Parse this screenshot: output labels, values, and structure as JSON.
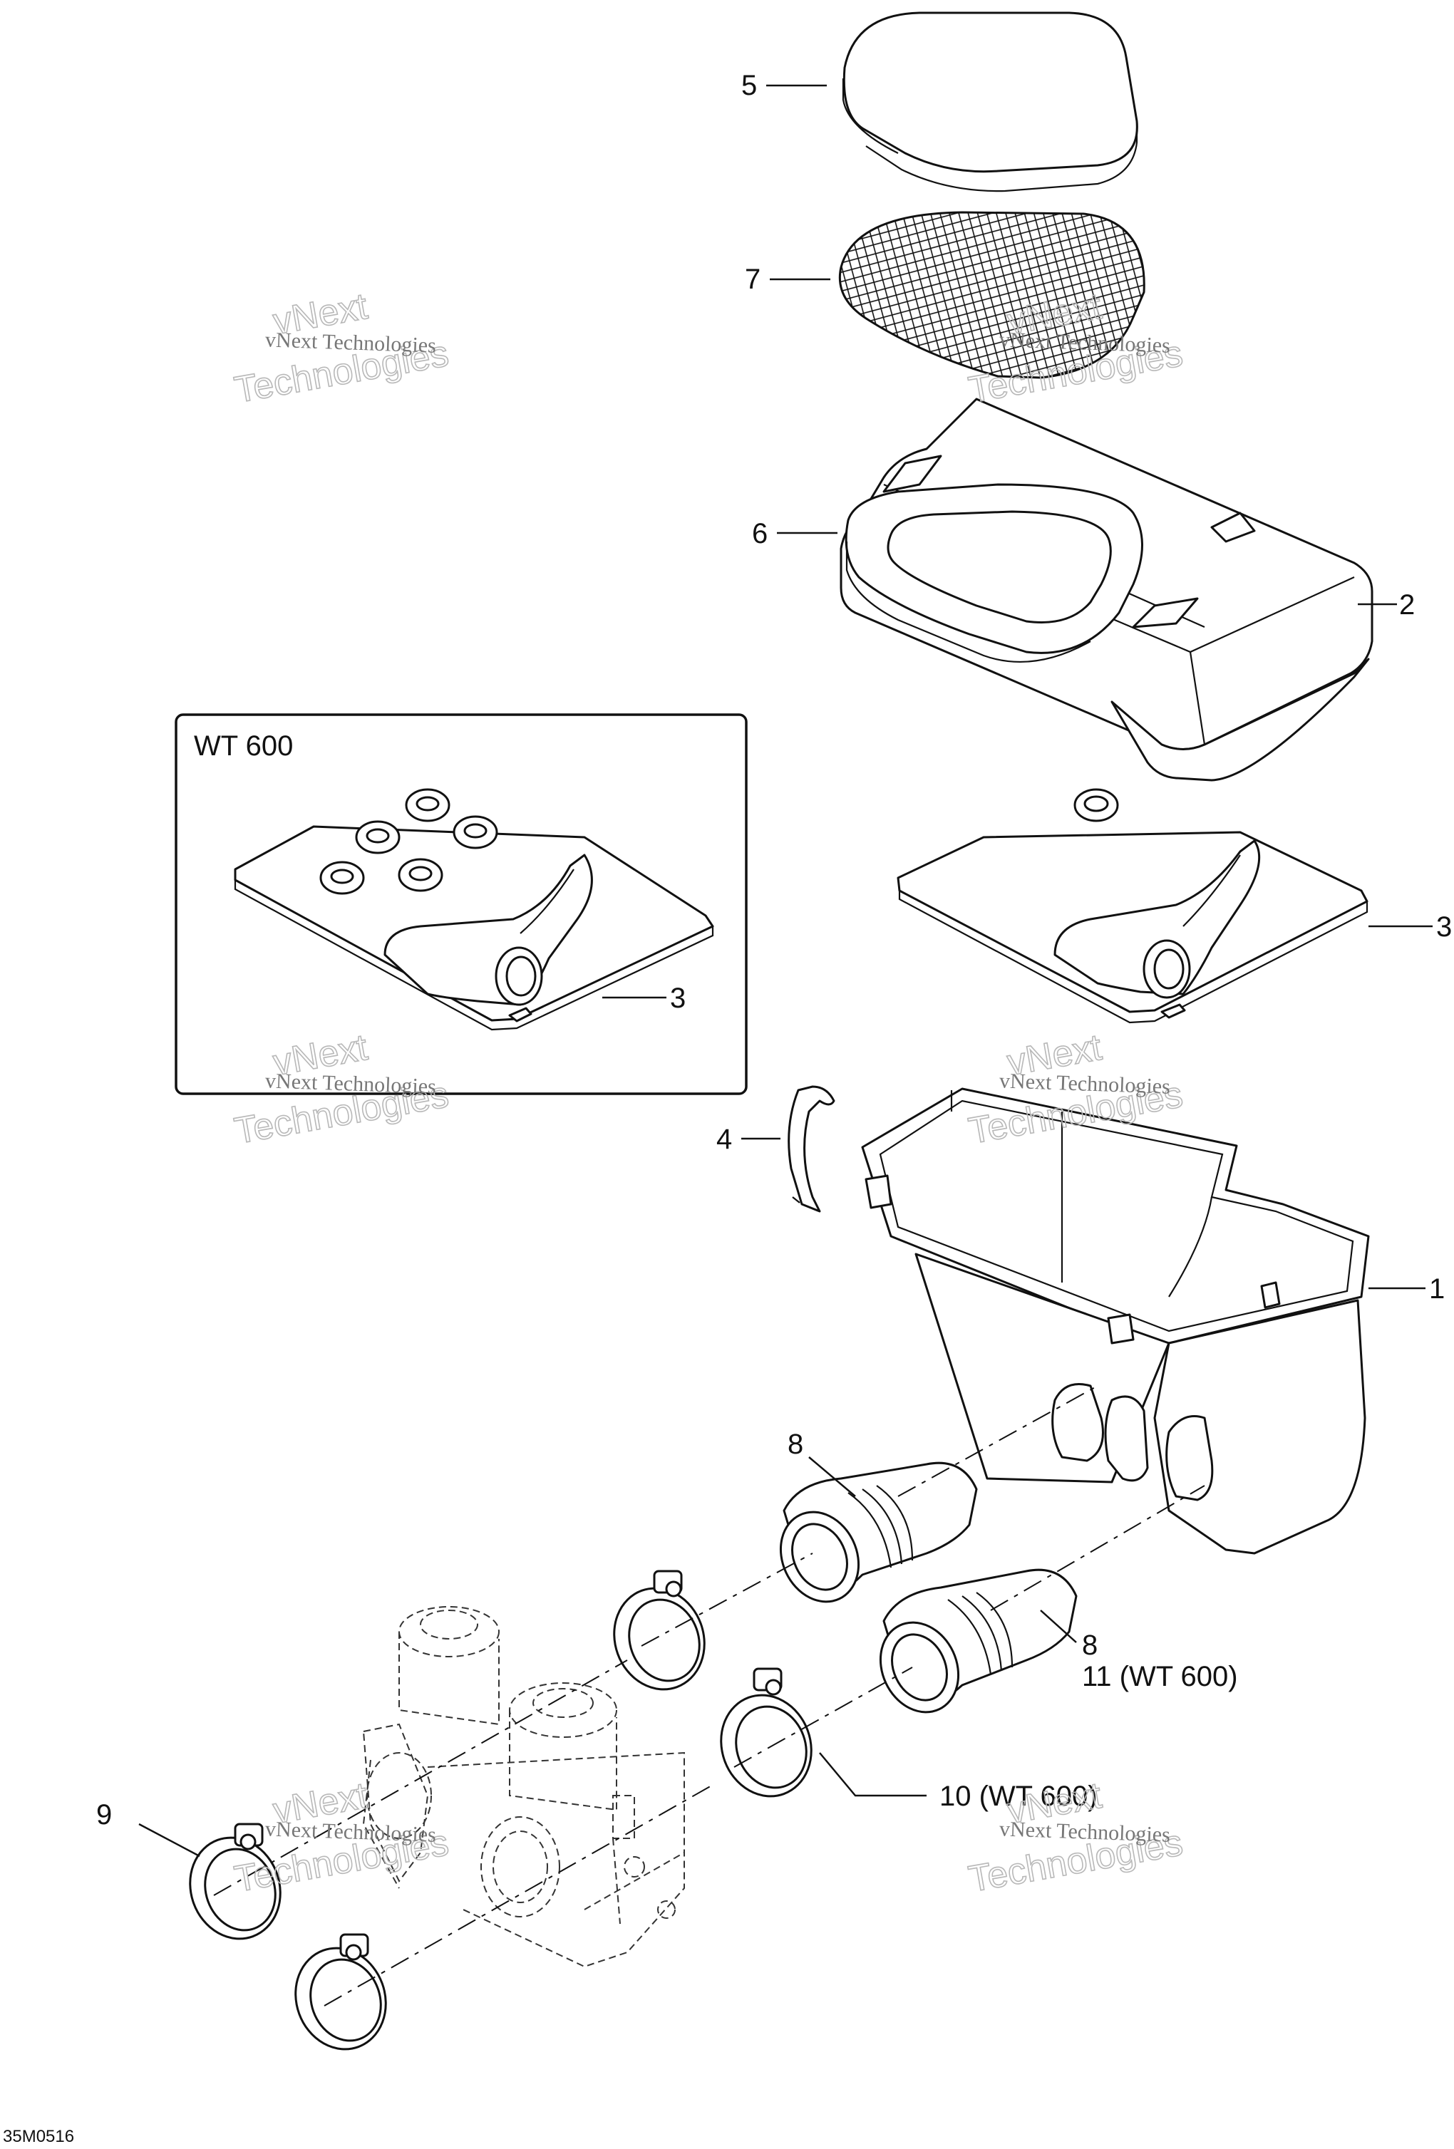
{
  "diagram": {
    "callouts": {
      "c5": "5",
      "c7": "7",
      "c6": "6",
      "c2": "2",
      "c3_main": "3",
      "c3_inset": "3",
      "c4": "4",
      "c1": "1",
      "c8_top": "8",
      "c8_bottom": "8",
      "c11": "11 (WT 600)",
      "c9": "9",
      "c10": "10 (WT 600)"
    },
    "inset_title": "WT 600",
    "reference_code": "35M0516",
    "watermark": {
      "line_small": "vNext Technologies",
      "line_big_1": "vNext",
      "line_big_2": "Technologies"
    }
  }
}
